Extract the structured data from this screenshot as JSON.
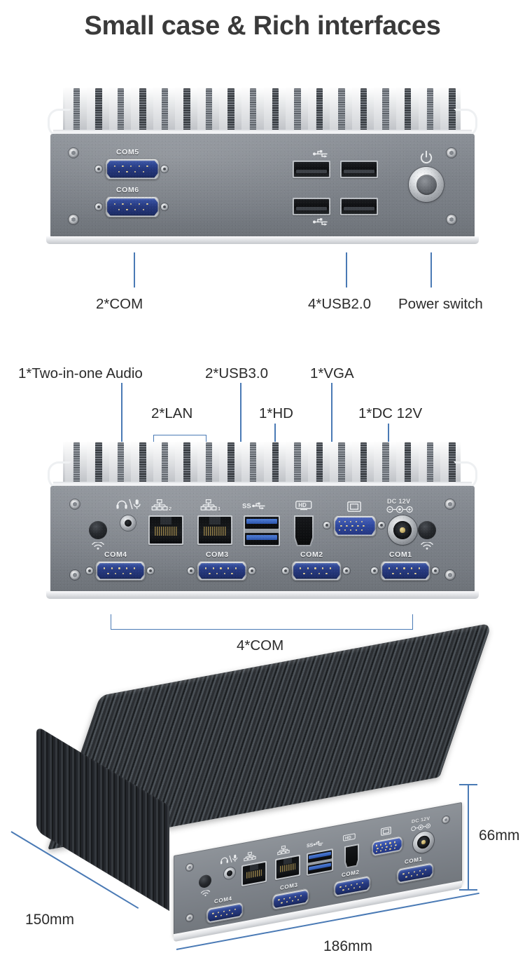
{
  "page": {
    "title": "Small case & Rich interfaces",
    "accent_color": "#4a7ab5",
    "chassis_color": "#7e838a",
    "connector_blue": "#26397f"
  },
  "front_panel": {
    "ports": {
      "com5_label": "COM5",
      "com6_label": "COM6"
    },
    "callouts": [
      {
        "text": "2*COM"
      },
      {
        "text": "4*USB2.0"
      },
      {
        "text": "Power switch"
      }
    ]
  },
  "rear_panel": {
    "callouts_top": [
      {
        "text": "1*Two-in-one Audio"
      },
      {
        "text": "2*USB3.0"
      },
      {
        "text": "1*VGA"
      }
    ],
    "callouts_mid": [
      {
        "text": "2*LAN"
      },
      {
        "text": "1*HD"
      },
      {
        "text": "1*DC 12V"
      }
    ],
    "callout_bottom": {
      "text": "4*COM"
    },
    "silkscreen": {
      "lan2": "2",
      "lan1": "1",
      "dc_text": "DC 12V"
    },
    "ports": {
      "com4_label": "COM4",
      "com3_label": "COM3",
      "com2_label": "COM2",
      "com1_label": "COM1"
    }
  },
  "iso_view": {
    "silkscreen": {
      "dc_text": "DC 12V"
    },
    "ports": {
      "com4_label": "COM4",
      "com3_label": "COM3",
      "com2_label": "COM2",
      "com1_label": "COM1"
    },
    "dimensions": {
      "height": "66mm",
      "depth": "150mm",
      "width": "186mm"
    }
  }
}
